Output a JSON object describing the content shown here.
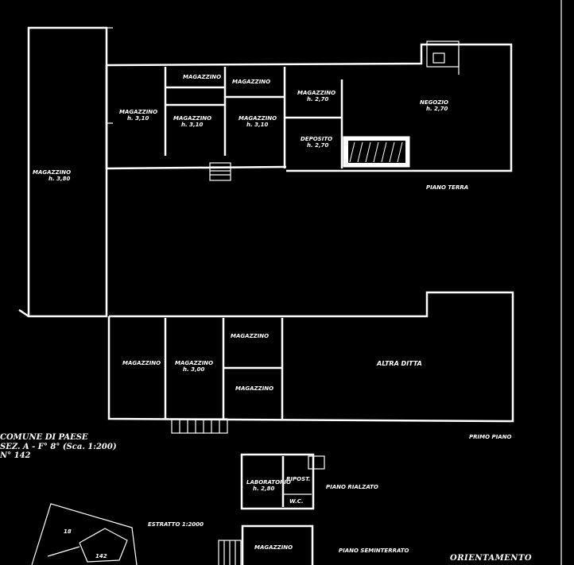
{
  "rooms": {
    "magazzino_left": {
      "name": "MAGAZZINO",
      "height": "h. 3,80"
    },
    "magazzino_a": {
      "name": "MAGAZZINO",
      "height": "h. 3,10"
    },
    "magazzino_b": {
      "name": "MAGAZZINO",
      "height": "h. 3,10"
    },
    "magazzino_c": {
      "name": "MAGAZZINO",
      "height": "h. 3,10"
    },
    "magazzino_top1": {
      "name": "MAGAZZINO"
    },
    "magazzino_top2": {
      "name": "MAGAZZINO"
    },
    "magazzino_d": {
      "name": "MAGAZZINO",
      "height": "h. 2,70"
    },
    "deposito": {
      "name": "DEPOSITO",
      "height": "h. 2,70"
    },
    "negozio": {
      "name": "NEGOZIO",
      "height": "h. 2,70"
    },
    "lower_magazzino_1": {
      "name": "MAGAZZINO"
    },
    "lower_magazzino_2": {
      "name": "MAGAZZINO",
      "height": "h. 3,00"
    },
    "lower_magazzino_3": {
      "name": "MAGAZZINO"
    },
    "lower_magazzino_4": {
      "name": "MAGAZZINO"
    },
    "altra_ditta": {
      "name": "ALTRA DITTA"
    },
    "laboratorio": {
      "name": "LABORATORIO",
      "height": "h. 2,80"
    },
    "ripost": {
      "name": "RIPOST."
    },
    "wc": {
      "name": "W.C."
    },
    "cantina_lbl": {
      "name": "MAGAZZINO"
    }
  },
  "floor_labels": {
    "piano_terra": "PIANO TERRA",
    "primo_piano": "PRIMO PIANO",
    "piano_rialzato": "PIANO RIALZATO",
    "piano_seminterrato": "PIANO SEMINTERRATO"
  },
  "cadastral": {
    "line1": "COMUNE DI PAESE",
    "line2": "SEZ. A - F° 8° (Sca. 1:200)",
    "line3": "N° 142"
  },
  "map": {
    "street": "ESTRATTO 1:2000",
    "parcel_a": "18",
    "parcel_b": "142"
  },
  "orientamento": "ORIENTAMENTO"
}
